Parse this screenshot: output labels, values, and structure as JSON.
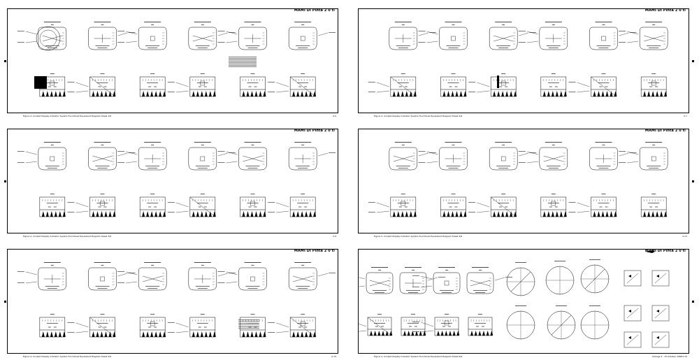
{
  "sheets": [
    {
      "id": "s1",
      "header": "MAMI DI Pinta 2 0 ti",
      "caption": "Figure 2-  Cockpit Display Indicator System Functional Equivalent Diagram Sheet 1/6",
      "page": "2-5"
    },
    {
      "id": "s2",
      "header": "MAMI DI Pinta 2 0 ti",
      "caption": "Figure 2-  Cockpit Display Indicator System Functional Equivalent Diagram Sheet 2/6",
      "page": "2-7"
    },
    {
      "id": "s3",
      "header": "MAMI DI Pinta 2 0 ti",
      "caption": "Figure 2-  Cockpit Display Indicator System Functional Equivalent Diagram Sheet 3/6",
      "page": "2-9"
    },
    {
      "id": "s4",
      "header": "MAMI DI Pinta 2 0 ti",
      "caption": "Figure 2-  Cockpit Display Indicator System Functional Equivalent Diagram Sheet 4/6",
      "page": "2-11"
    },
    {
      "id": "s5",
      "header": "MAMI DI Pinta 2 0 ti",
      "caption": "Figure 2-  Cockpit Display Indicator System Functional Equivalent Diagram Sheet 5/6",
      "page": "2-13"
    },
    {
      "id": "s6",
      "header": "MAMI DI Pinta 2 0 ti",
      "caption": "Figure 2-  Cockpit Display Indicator System Functional Equivalent Diagram Sheet 6/6",
      "page": "2-15",
      "footnote": "Change 4 - 15 October 1988"
    }
  ],
  "colors": {
    "ink": "#000000",
    "paper": "#ffffff"
  }
}
